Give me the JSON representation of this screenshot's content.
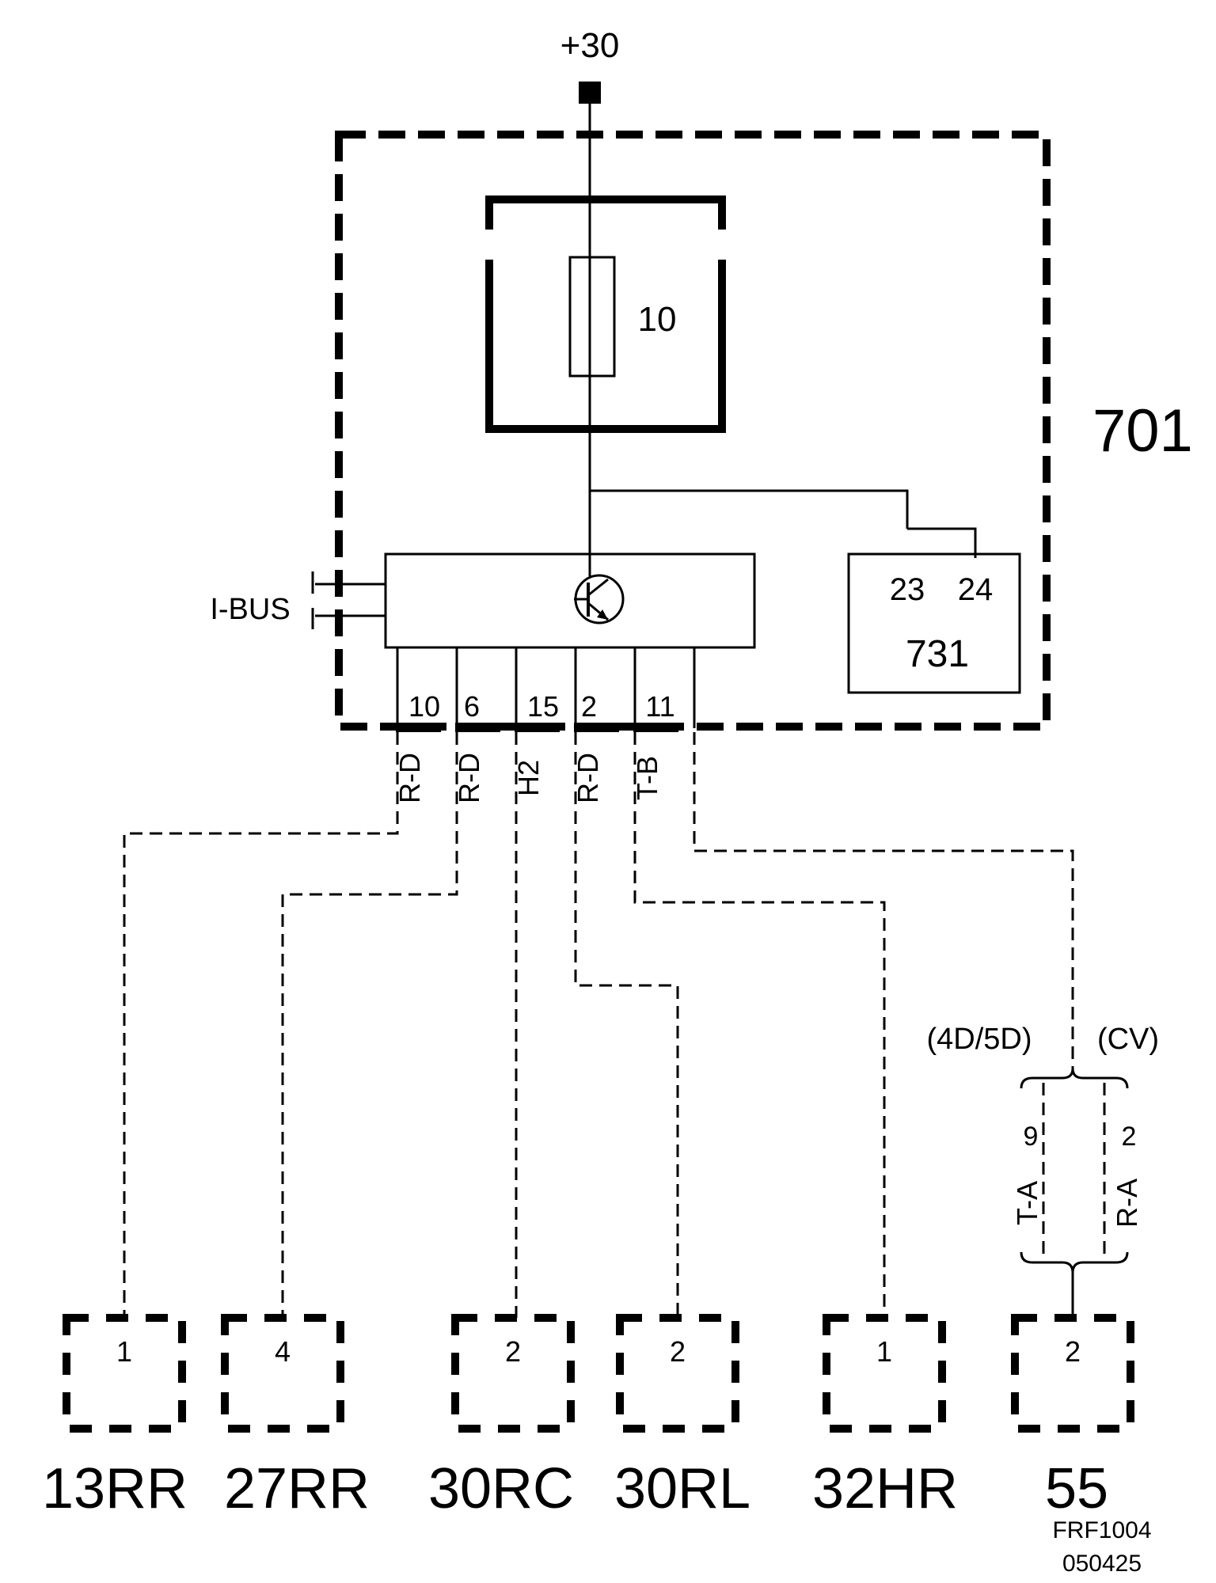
{
  "supply": {
    "label": "+30"
  },
  "module": {
    "id": "701"
  },
  "fuse": {
    "value": "10"
  },
  "relay": {
    "id": "731",
    "pin_a": "23",
    "pin_b": "24"
  },
  "bus": {
    "label": "I-BUS"
  },
  "outputs": [
    {
      "pin": "10",
      "wire": "R-D"
    },
    {
      "pin": "6",
      "wire": "R-D"
    },
    {
      "pin": "15",
      "wire": "H2"
    },
    {
      "pin": "2",
      "wire": "R-D"
    },
    {
      "pin": "11",
      "wire": "T-B"
    },
    {
      "pin": "",
      "wire": ""
    }
  ],
  "variant": {
    "left_label": "(4D/5D)",
    "right_label": "(CV)",
    "left_pin": "9",
    "right_pin": "2",
    "left_wire": "T-A",
    "right_wire": "R-A"
  },
  "connectors": [
    {
      "id": "13RR",
      "pin": "1"
    },
    {
      "id": "27RR",
      "pin": "4"
    },
    {
      "id": "30RC",
      "pin": "2"
    },
    {
      "id": "30RL",
      "pin": "2"
    },
    {
      "id": "32HR",
      "pin": "1"
    },
    {
      "id": "55",
      "pin": "2"
    }
  ],
  "footer": {
    "ref": "FRF1004",
    "date": "050425"
  }
}
